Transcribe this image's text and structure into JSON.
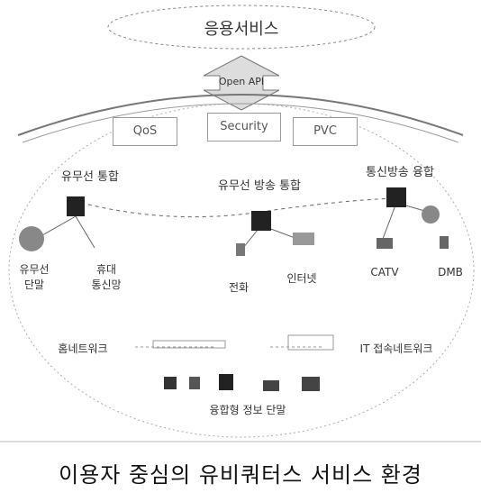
{
  "diagram": {
    "top_service": "응용서비스",
    "api_label": "Open API",
    "middleware_boxes": [
      "QoS",
      "Security",
      "PVC"
    ],
    "groups": [
      "유무선 통합",
      "유무선 방송 통합",
      "통신방송 융합"
    ],
    "devices": [
      {
        "label": "유무선\n단말"
      },
      {
        "label": "휴대\n통신망"
      },
      {
        "label": "전화"
      },
      {
        "label": "인터넷"
      },
      {
        "label": "CATV"
      },
      {
        "label": "DMB"
      }
    ],
    "bottom_left_label": "홈네트워크",
    "bottom_right_label": "IT 접속네트워크",
    "bottom_center_label": "융합형 정보 단말"
  },
  "caption": "이용자 중심의 유비쿼터스 서비스 환경",
  "colors": {
    "line": "#444444",
    "dark_device": "#222222"
  }
}
